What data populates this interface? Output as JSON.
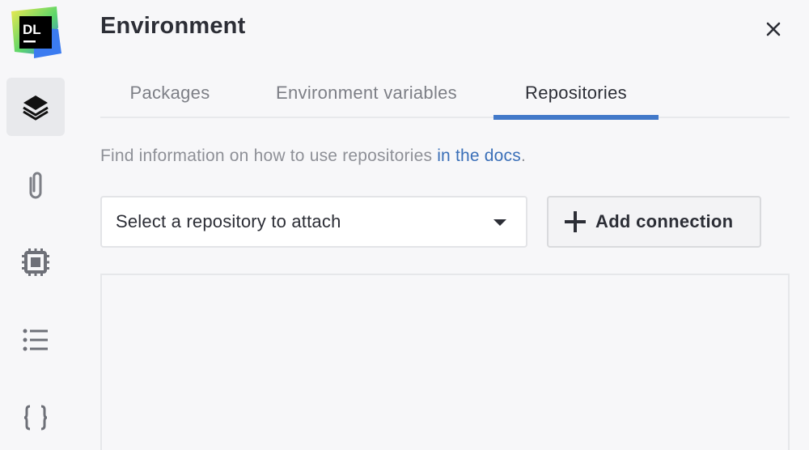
{
  "sidebar": {
    "logo": {
      "text": "DL",
      "icon": "datalore-logo"
    },
    "items": [
      {
        "name": "environment",
        "icon": "layers-icon",
        "active": true
      },
      {
        "name": "attachments",
        "icon": "paperclip-icon",
        "active": false
      },
      {
        "name": "machine",
        "icon": "chip-icon",
        "active": false
      },
      {
        "name": "outline",
        "icon": "list-icon",
        "active": false
      },
      {
        "name": "variables",
        "icon": "braces-icon",
        "active": false
      }
    ]
  },
  "header": {
    "title": "Environment",
    "close_icon": "close-icon"
  },
  "tabs": [
    {
      "label": "Packages",
      "active": false
    },
    {
      "label": "Environment variables",
      "active": false
    },
    {
      "label": "Repositories",
      "active": true
    }
  ],
  "info": {
    "text": "Find information on how to use repositories ",
    "link_text": "in the docs",
    "suffix": "."
  },
  "repository_select": {
    "placeholder": "Select a repository to attach",
    "icon": "caret-down-icon"
  },
  "add_connection": {
    "label": "Add connection",
    "icon": "plus-icon"
  },
  "colors": {
    "accent": "#4279c9",
    "link": "#3a6fb8",
    "background": "#f7f7f9",
    "text": "#2c2e36",
    "muted": "#7d7f86"
  }
}
